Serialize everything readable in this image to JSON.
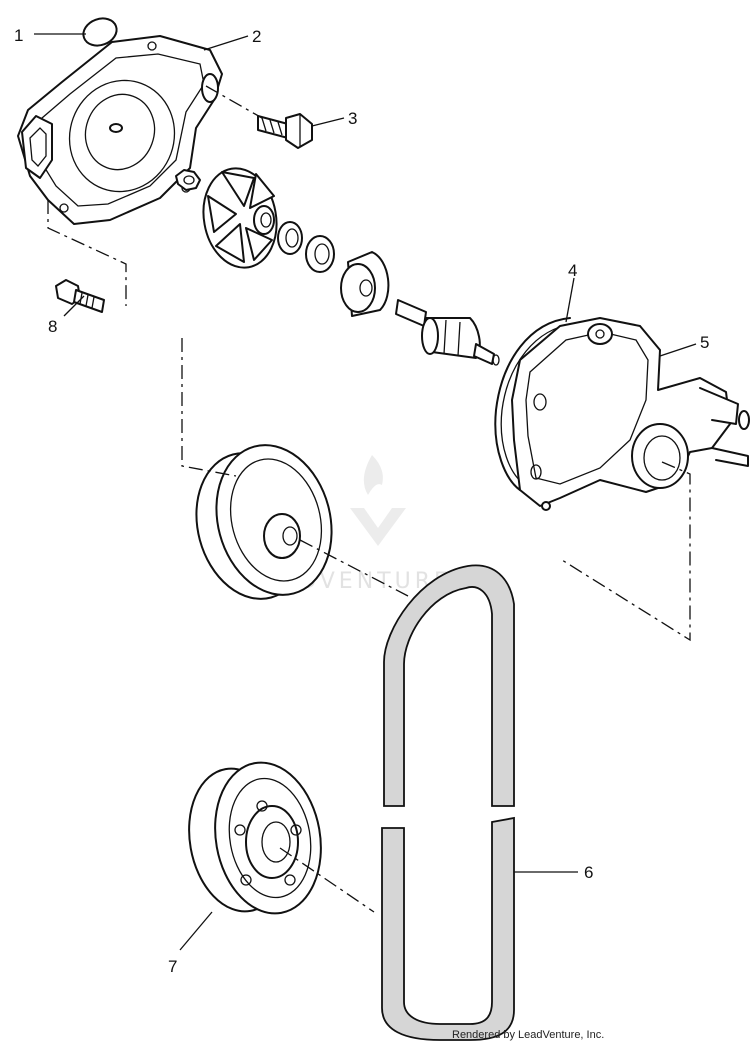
{
  "callouts": [
    {
      "id": "1",
      "label": "1"
    },
    {
      "id": "2",
      "label": "2"
    },
    {
      "id": "3",
      "label": "3"
    },
    {
      "id": "4",
      "label": "4"
    },
    {
      "id": "5",
      "label": "5"
    },
    {
      "id": "6",
      "label": "6"
    },
    {
      "id": "7",
      "label": "7"
    },
    {
      "id": "8",
      "label": "8"
    }
  ],
  "watermark": "LEADVENTURE",
  "credit": "Rendered by LeadVenture, Inc."
}
